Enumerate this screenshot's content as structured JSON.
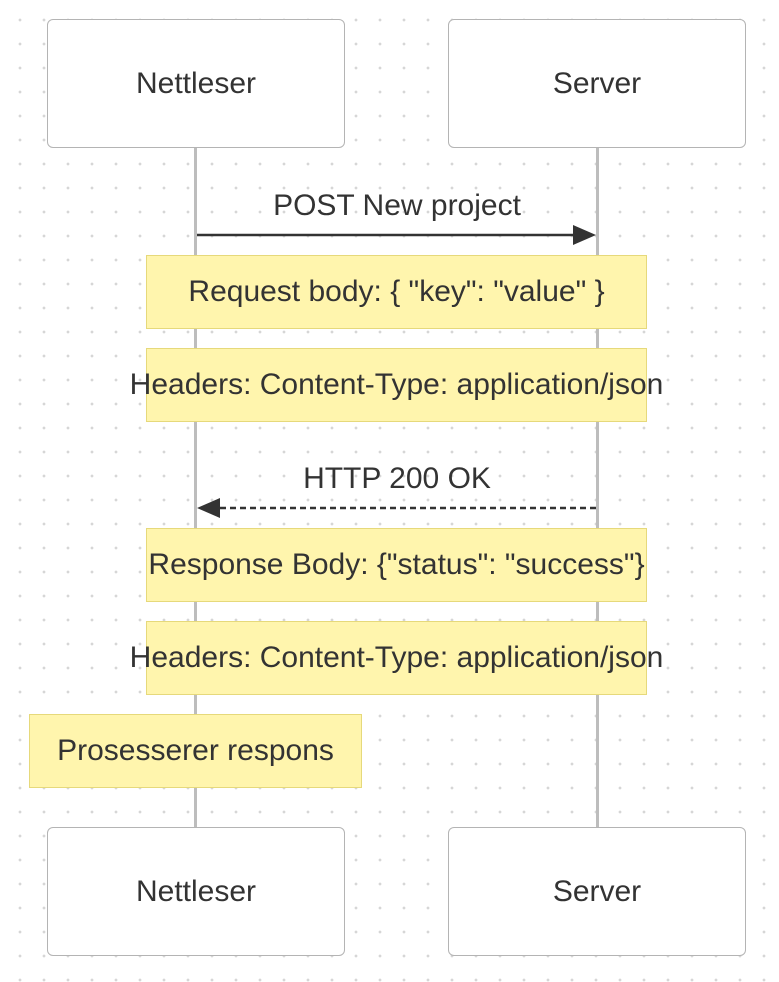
{
  "participants": {
    "client": "Nettleser",
    "server": "Server"
  },
  "messages": [
    {
      "label": "POST New project",
      "from": "Nettleser",
      "to": "Server",
      "style": "solid"
    },
    {
      "label": "HTTP 200 OK",
      "from": "Server",
      "to": "Nettleser",
      "style": "dashed"
    }
  ],
  "notes": [
    {
      "text": "Request body: { \"key\": \"value\" }",
      "over": "Nettleser,Server"
    },
    {
      "text": "Headers: Content-Type: application/json",
      "over": "Nettleser,Server"
    },
    {
      "text": "Response Body: {\"status\": \"success\"}",
      "over": "Nettleser,Server"
    },
    {
      "text": "Headers: Content-Type: application/json",
      "over": "Nettleser,Server"
    },
    {
      "text": "Prosesserer respons",
      "over": "Nettleser"
    }
  ],
  "colors": {
    "note_fill": "#fff5ad",
    "note_border": "#e6d97b",
    "lifeline": "#bdbdbd",
    "actor_border": "#b4b4b4",
    "arrow": "#333333"
  }
}
